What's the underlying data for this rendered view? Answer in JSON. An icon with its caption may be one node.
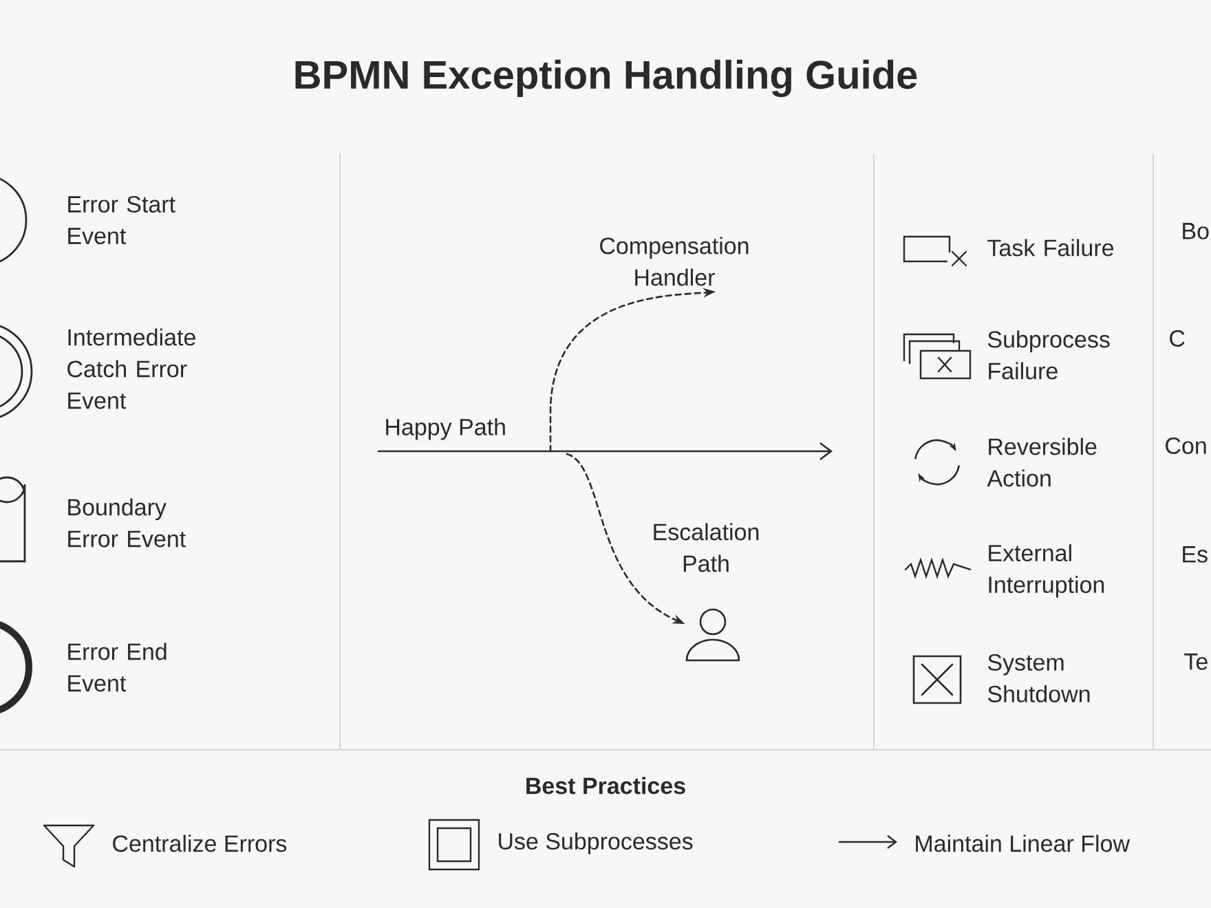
{
  "diagram": {
    "title": "BPMN Exception Handling Guide",
    "nodes": [
      {
        "text": [
          "Error Start Event"
        ]
      },
      {
        "text": [
          "Intermediate Catch Error Event"
        ]
      },
      {
        "text": [
          "Boundary Error Event"
        ]
      },
      {
        "text": [
          "Error End Event"
        ]
      },
      {
        "text": [
          "Compensation Handler"
        ]
      },
      {
        "text": [],
        "shape": "person"
      },
      {
        "text": [
          "Task Failure"
        ]
      },
      {
        "text": [
          "Subprocess Failure"
        ]
      },
      {
        "text": [
          "Reversible Action"
        ]
      },
      {
        "text": [
          "External Interruption"
        ]
      },
      {
        "text": [
          "System Shutdown"
        ]
      }
    ],
    "edges": [
      {
        "from": null,
        "to": 4,
        "arrow": "to",
        "style": "dashed"
      },
      {
        "from": null,
        "to": 5,
        "arrow": "to",
        "style": "dashed",
        "label": "Escalation Path"
      }
    ],
    "labels": [
      "Happy Path",
      "Best Practices",
      "Centralize Errors",
      "Use Subprocesses",
      "Maintain Linear Flow",
      "Bo",
      "C",
      "Con",
      "Es",
      "Te"
    ]
  }
}
